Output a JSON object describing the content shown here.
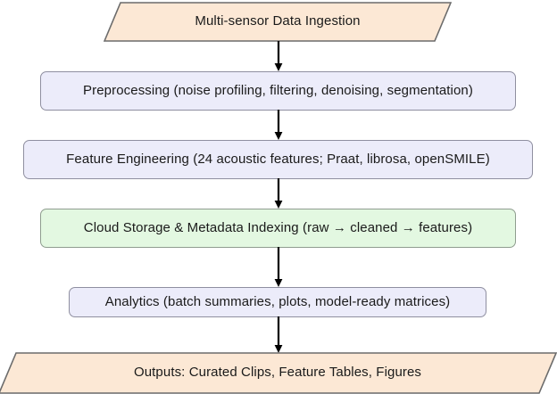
{
  "diagram": {
    "title": "Multi-sensor data pipeline flowchart",
    "orientation": "top-to-bottom",
    "colors": {
      "data_node_fill": "#fce8d5",
      "data_node_stroke": "#6b6b6b",
      "process_fill": "#ececfa",
      "process_stroke": "#8f8fa0",
      "storage_fill": "#e3f8e1",
      "storage_stroke": "#8f9d8f",
      "text": "#1a1a1a",
      "arrow": "#000000",
      "background": "#ffffff"
    },
    "nodes": [
      {
        "id": "ingestion",
        "shape": "parallelogram",
        "label": "Multi-sensor Data Ingestion"
      },
      {
        "id": "preprocessing",
        "shape": "rounded-rect",
        "label": "Preprocessing (noise profiling, filtering, denoising, segmentation)"
      },
      {
        "id": "feature-engineering",
        "shape": "rounded-rect",
        "label": "Feature Engineering (24 acoustic features; Praat, librosa, openSMILE)"
      },
      {
        "id": "cloud-storage",
        "shape": "rounded-rect",
        "label": "Cloud Storage & Metadata Indexing (raw → cleaned → features)"
      },
      {
        "id": "analytics",
        "shape": "rounded-rect",
        "label": "Analytics (batch summaries, plots, model-ready matrices)"
      },
      {
        "id": "outputs",
        "shape": "parallelogram",
        "label": "Outputs: Curated Clips, Feature Tables, Figures"
      }
    ],
    "edges": [
      {
        "from": "ingestion",
        "to": "preprocessing",
        "arrowhead": "filled-triangle"
      },
      {
        "from": "preprocessing",
        "to": "feature-engineering",
        "arrowhead": "filled-triangle"
      },
      {
        "from": "feature-engineering",
        "to": "cloud-storage",
        "arrowhead": "filled-triangle"
      },
      {
        "from": "cloud-storage",
        "to": "analytics",
        "arrowhead": "filled-triangle"
      },
      {
        "from": "analytics",
        "to": "outputs",
        "arrowhead": "filled-triangle"
      }
    ]
  }
}
